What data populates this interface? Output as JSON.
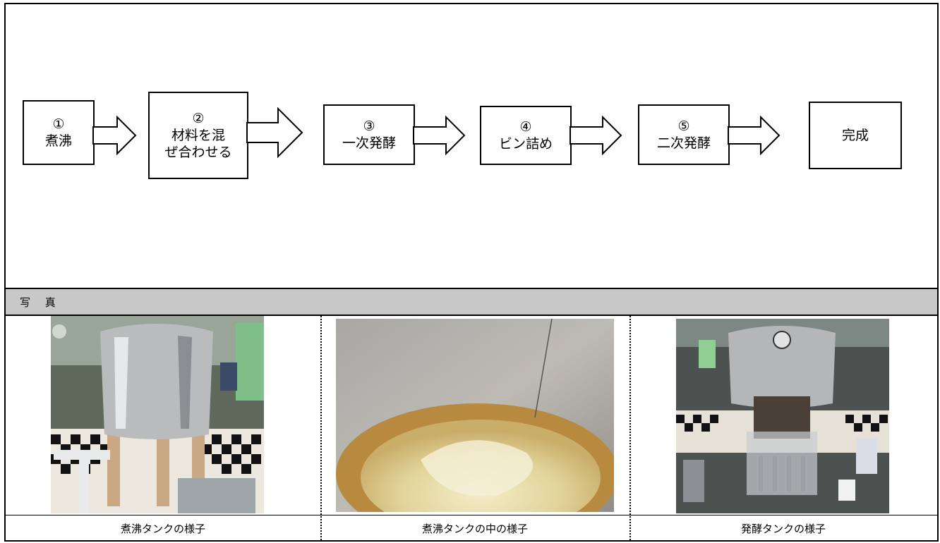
{
  "flow": {
    "steps": [
      {
        "number": "①",
        "lines": [
          "煮沸"
        ]
      },
      {
        "number": "②",
        "lines": [
          "材料を混",
          "ぜ合わせる"
        ]
      },
      {
        "number": "③",
        "lines": [
          "一次発酵"
        ]
      },
      {
        "number": "④",
        "lines": [
          "ビン詰め"
        ]
      },
      {
        "number": "⑤",
        "lines": [
          "二次発酵"
        ]
      },
      {
        "number": "",
        "lines": [
          "完成"
        ]
      }
    ]
  },
  "photos_section": {
    "header": "写 真",
    "captions": [
      "煮沸タンクの様子",
      "煮沸タンクの中の様子",
      "発酵タンクの様子"
    ]
  }
}
